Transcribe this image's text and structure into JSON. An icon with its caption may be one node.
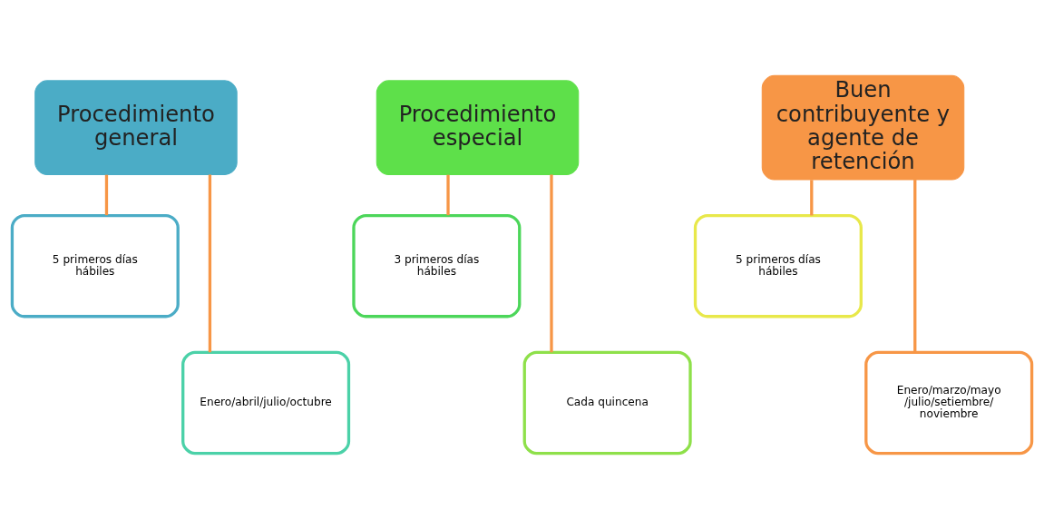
{
  "diagram": {
    "nodes": [
      {
        "text": [
          "Procedimiento general"
        ]
      },
      {
        "text": [
          "5 primeros días hábiles"
        ]
      },
      {
        "text": [
          "Enero/abril/julio/octubre"
        ]
      },
      {
        "text": [
          "Procedimiento especial"
        ]
      },
      {
        "text": [
          "3 primeros días hábiles"
        ]
      },
      {
        "text": [
          "Cada quincena"
        ]
      },
      {
        "text": [
          "Buen contribuyente y agente de retención"
        ]
      },
      {
        "text": [
          "5 primeros días hábiles"
        ]
      },
      {
        "text": [
          "Enero/marzo/mayo /julio/setiembre/ noviembre"
        ]
      }
    ],
    "edges": [
      {
        "from": 0,
        "to": 1,
        "arrow": "none"
      },
      {
        "from": 0,
        "to": 2,
        "arrow": "none"
      },
      {
        "from": 3,
        "to": 4,
        "arrow": "none"
      },
      {
        "from": 3,
        "to": 5,
        "arrow": "none"
      },
      {
        "from": 6,
        "to": 7,
        "arrow": "none"
      },
      {
        "from": 6,
        "to": 8,
        "arrow": "none"
      }
    ]
  }
}
